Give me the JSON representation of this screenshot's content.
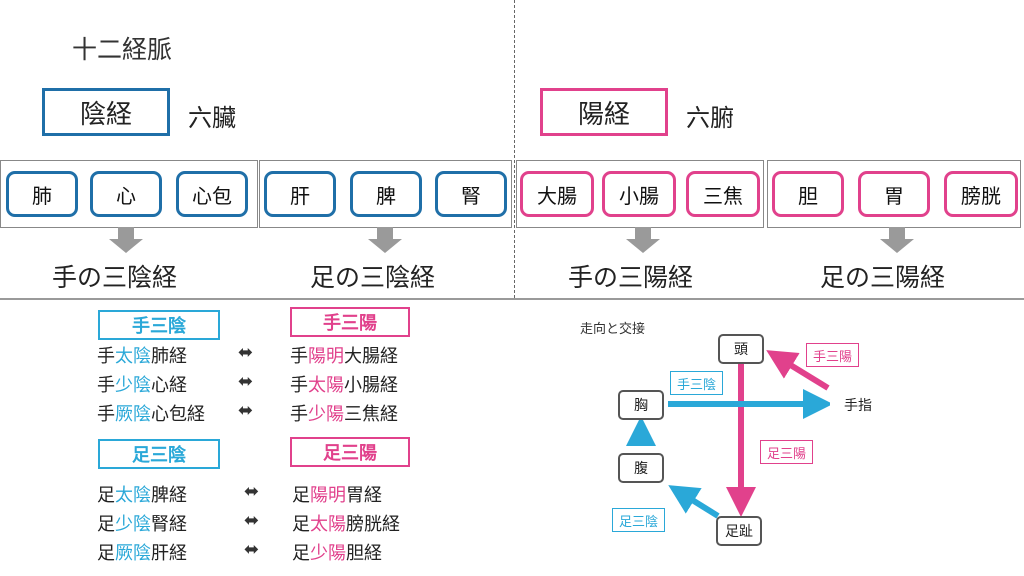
{
  "title": "十二経脈",
  "yin": {
    "label": "陰経",
    "category": "六臟",
    "hand_organs": [
      "肺",
      "心",
      "心包"
    ],
    "foot_organs": [
      "肝",
      "脾",
      "腎"
    ],
    "hand_meridian": "手の三陰経",
    "foot_meridian": "足の三陰経"
  },
  "yang": {
    "label": "陽経",
    "category": "六腑",
    "hand_organs": [
      "大腸",
      "小腸",
      "三焦"
    ],
    "foot_organs": [
      "胆",
      "胃",
      "膀胱"
    ],
    "hand_meridian": "手の三陽経",
    "foot_meridian": "足の三陽経"
  },
  "pairs": {
    "hand_yin_tag": "手三陰",
    "hand_yang_tag": "手三陽",
    "foot_yin_tag": "足三陰",
    "foot_yang_tag": "足三陽",
    "hand_rows": [
      {
        "yin": [
          "手",
          "太陰",
          "肺経"
        ],
        "yang": [
          "手",
          "陽明",
          "大腸経"
        ]
      },
      {
        "yin": [
          "手",
          "少陰",
          "心経"
        ],
        "yang": [
          "手",
          "太陽",
          "小腸経"
        ]
      },
      {
        "yin": [
          "手",
          "厥陰",
          "心包経"
        ],
        "yang": [
          "手",
          "少陽",
          "三焦経"
        ]
      }
    ],
    "foot_rows": [
      {
        "yin": [
          "足",
          "太陰",
          "脾経"
        ],
        "yang": [
          "足",
          "陽明",
          "胃経"
        ]
      },
      {
        "yin": [
          "足",
          "少陰",
          "腎経"
        ],
        "yang": [
          "足",
          "太陽",
          "膀胱経"
        ]
      },
      {
        "yin": [
          "足",
          "厥陰",
          "肝経"
        ],
        "yang": [
          "足",
          "少陽",
          "胆経"
        ]
      }
    ],
    "arrow_symbol": "⬌"
  },
  "flow": {
    "title": "走向と交接",
    "nodes": {
      "head": "頭",
      "chest": "胸",
      "belly": "腹",
      "toe": "足趾",
      "finger": "手指"
    },
    "labels": {
      "hand_yang": "手三陽",
      "hand_yin": "手三陰",
      "foot_yang": "足三陽",
      "foot_yin": "足三陰"
    }
  },
  "colors": {
    "yin_border": "#1f6fa8",
    "yang_border": "#e1418c",
    "cyan": "#2aa8d8",
    "pink": "#e1418c",
    "arrow_gray": "#9a9a9a"
  }
}
